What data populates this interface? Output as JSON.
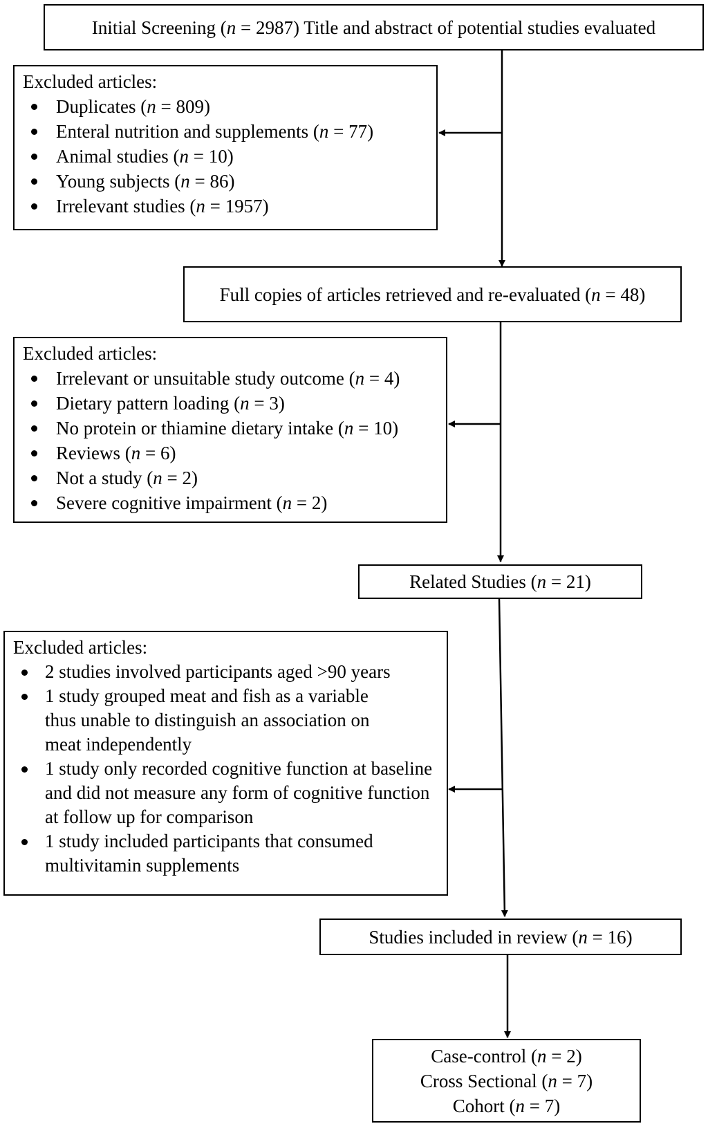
{
  "n_symbol": "n",
  "initial": {
    "prefix": "Initial Screening (",
    "n": "2987",
    "suffix": ") Title and abstract of potential studies evaluated"
  },
  "excluded1": {
    "heading": "Excluded articles:",
    "items": [
      {
        "text": "Duplicates (",
        "n": "809",
        "end": ")"
      },
      {
        "text": "Enteral nutrition and supplements (",
        "n": "77",
        "end": ")"
      },
      {
        "text": "Animal studies (",
        "n": "10",
        "end": ")"
      },
      {
        "text": "Young subjects (",
        "n": "86",
        "end": ")"
      },
      {
        "text": "Irrelevant studies (",
        "n": "1957",
        "end": ")"
      }
    ]
  },
  "fullcopies": {
    "prefix": "Full copies of articles retrieved and re-evaluated (",
    "n": "48",
    "suffix": ")"
  },
  "excluded2": {
    "heading": "Excluded articles:",
    "items": [
      {
        "text": "Irrelevant or unsuitable study outcome (",
        "n": "4",
        "end": ")"
      },
      {
        "text": "Dietary pattern loading (",
        "n": "3",
        "end": ")"
      },
      {
        "text": "No protein or thiamine dietary intake (",
        "n": "10",
        "end": ")"
      },
      {
        "text": "Reviews (",
        "n": "6",
        "end": ")"
      },
      {
        "text": "Not a study (",
        "n": "2",
        "end": ")"
      },
      {
        "text": "Severe cognitive impairment (",
        "n": "2",
        "end": ")"
      }
    ]
  },
  "related": {
    "prefix": "Related Studies (",
    "n": "21",
    "suffix": ")"
  },
  "excluded3": {
    "heading": "Excluded articles:",
    "items": [
      "2 studies involved participants aged >90 years",
      "1 study grouped meat and fish as a variable thus unable to distinguish an association on meat independently",
      "1 study only recorded cognitive function at baseline and did not measure any form of cognitive function at follow up for comparison",
      "1 study included participants that consumed multivitamin supplements"
    ]
  },
  "included": {
    "prefix": "Studies included in review (",
    "n": "16",
    "suffix": ")"
  },
  "types": [
    {
      "prefix": "Case-control (",
      "n": "2",
      "suffix": ")"
    },
    {
      "prefix": "Cross Sectional (",
      "n": "7",
      "suffix": ")"
    },
    {
      "prefix": "Cohort (",
      "n": "7",
      "suffix": ")"
    }
  ]
}
